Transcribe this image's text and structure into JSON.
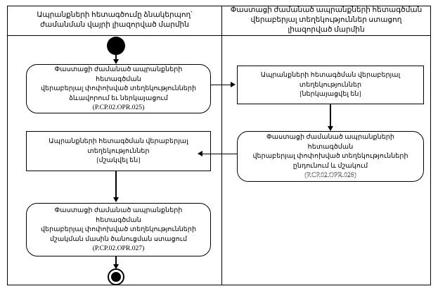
{
  "diagram": {
    "type": "uml-activity-diagram",
    "title_bar_present": true,
    "lanes": [
      {
        "id": "left",
        "title": "Ապրանքների հետագծումը ձնակերպող՝ ժամանման վայրի լիազորված մարմին"
      },
      {
        "id": "right",
        "title": "Փաստացի ժամանած ապրանքների հետագծման վերաբերյալ տեղեկություններ ստացող լիազորված մարմին"
      }
    ],
    "nodes": {
      "start": {
        "name": "initial-node",
        "lane": "left"
      },
      "action_025": {
        "lane": "left",
        "kind": "action",
        "text": "Փաստացի ժամանած ապրանքների հետագծման\nվերաբերյալ փոփոխված տեղեկությունների\nձևավորում եւ ներկայացում\n(P.CP.02.OPR.025)",
        "code": "P.CP.02.OPR.025"
      },
      "object_submitted": {
        "lane": "right",
        "kind": "object",
        "text": "Ապրանքների հետագծման վերաբերյալ\nտեղեկություններ\n[ներկայացվել են]",
        "state": "[ներկայացվել են]"
      },
      "action_026": {
        "lane": "right",
        "kind": "action",
        "text": "Փաստացի ժամանած ապրանքների հետագծման\nվերաբերյալ փոփոխված տեղեկությունների\nընդունում և մշակում\n(P.CP.02.OPR.026)",
        "code": "P.CP.02.OPR.026",
        "ghost_artifact": "(P.CP.02.OPR.026)"
      },
      "object_processed": {
        "lane": "left",
        "kind": "object",
        "text": "Ապրանքների հետագծման վերաբերյալ\nտեղեկություններ\n[մշակվել են]",
        "state": "[մշակվել են]"
      },
      "action_027": {
        "lane": "left",
        "kind": "action",
        "text": "Փաստացի ժամանած ապրանքների հետագծման\nվերաբերյալ փոփոխված տեղեկությունների\nմշակման մասին ծանուցման ստացում\n(P.CP.02.OPR.027)",
        "code": "P.CP.02.OPR.027"
      },
      "final": {
        "name": "activity-final-node",
        "lane": "left"
      }
    },
    "edges": [
      {
        "from": "start",
        "to": "action_025",
        "direction": "down"
      },
      {
        "from": "action_025",
        "to": "object_submitted",
        "direction": "right",
        "crosses_lane": true
      },
      {
        "from": "object_submitted",
        "to": "action_026",
        "direction": "down"
      },
      {
        "from": "action_026",
        "to": "object_processed",
        "direction": "left",
        "crosses_lane": true
      },
      {
        "from": "object_processed",
        "to": "action_027",
        "direction": "down"
      },
      {
        "from": "action_027",
        "to": "final",
        "direction": "down"
      }
    ],
    "colors": {
      "line": "#000000",
      "background": "#ffffff",
      "text": "#000000"
    }
  }
}
